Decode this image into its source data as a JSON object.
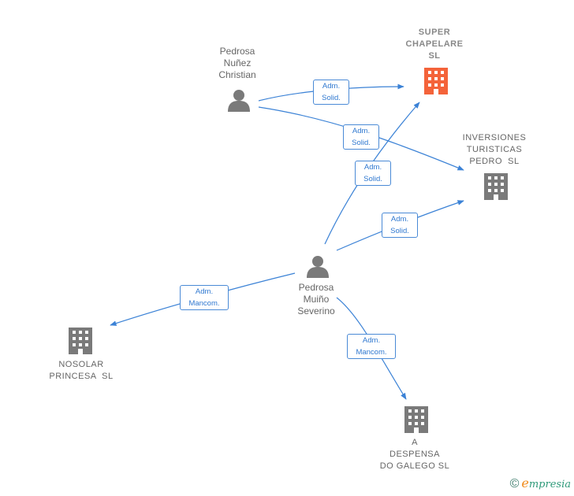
{
  "people": [
    {
      "id": "p1",
      "name_lines": [
        "Pedrosa",
        "Nuñez",
        "Christian"
      ]
    },
    {
      "id": "p2",
      "name_lines": [
        "Pedrosa",
        "Muiño",
        "Severino"
      ]
    }
  ],
  "companies": [
    {
      "id": "c1",
      "name_lines": [
        "SUPER",
        "CHAPELARE",
        "SL"
      ],
      "highlight": true
    },
    {
      "id": "c2",
      "name_lines": [
        "INVERSIONES",
        "TURISTICAS",
        "PEDRO  SL"
      ],
      "highlight": false
    },
    {
      "id": "c3",
      "name_lines": [
        "NOSOLAR",
        "PRINCESA  SL"
      ],
      "highlight": false
    },
    {
      "id": "c4",
      "name_lines": [
        "A",
        "DESPENSA",
        "DO GALEGO SL"
      ],
      "highlight": false
    }
  ],
  "edges": [
    {
      "from": "p1",
      "to": "c1",
      "label": "Adm.\nSolid."
    },
    {
      "from": "p1",
      "to": "c2",
      "label": "Adm.\nSolid."
    },
    {
      "from": "p2",
      "to": "c1",
      "label": "Adm.\nSolid."
    },
    {
      "from": "p2",
      "to": "c2",
      "label": "Adm.\nSolid."
    },
    {
      "from": "p2",
      "to": "c3",
      "label": "Adm.\nMancom."
    },
    {
      "from": "p2",
      "to": "c4",
      "label": "Adm.\nMancom."
    }
  ],
  "colors": {
    "edge": "#3b82d6",
    "person_icon": "#7a7a7a",
    "company_icon": "#7a7a7a",
    "company_highlight": "#f4633a"
  },
  "footer": {
    "copyright": "©",
    "brand_first": "e",
    "brand_rest": "mpresia"
  }
}
